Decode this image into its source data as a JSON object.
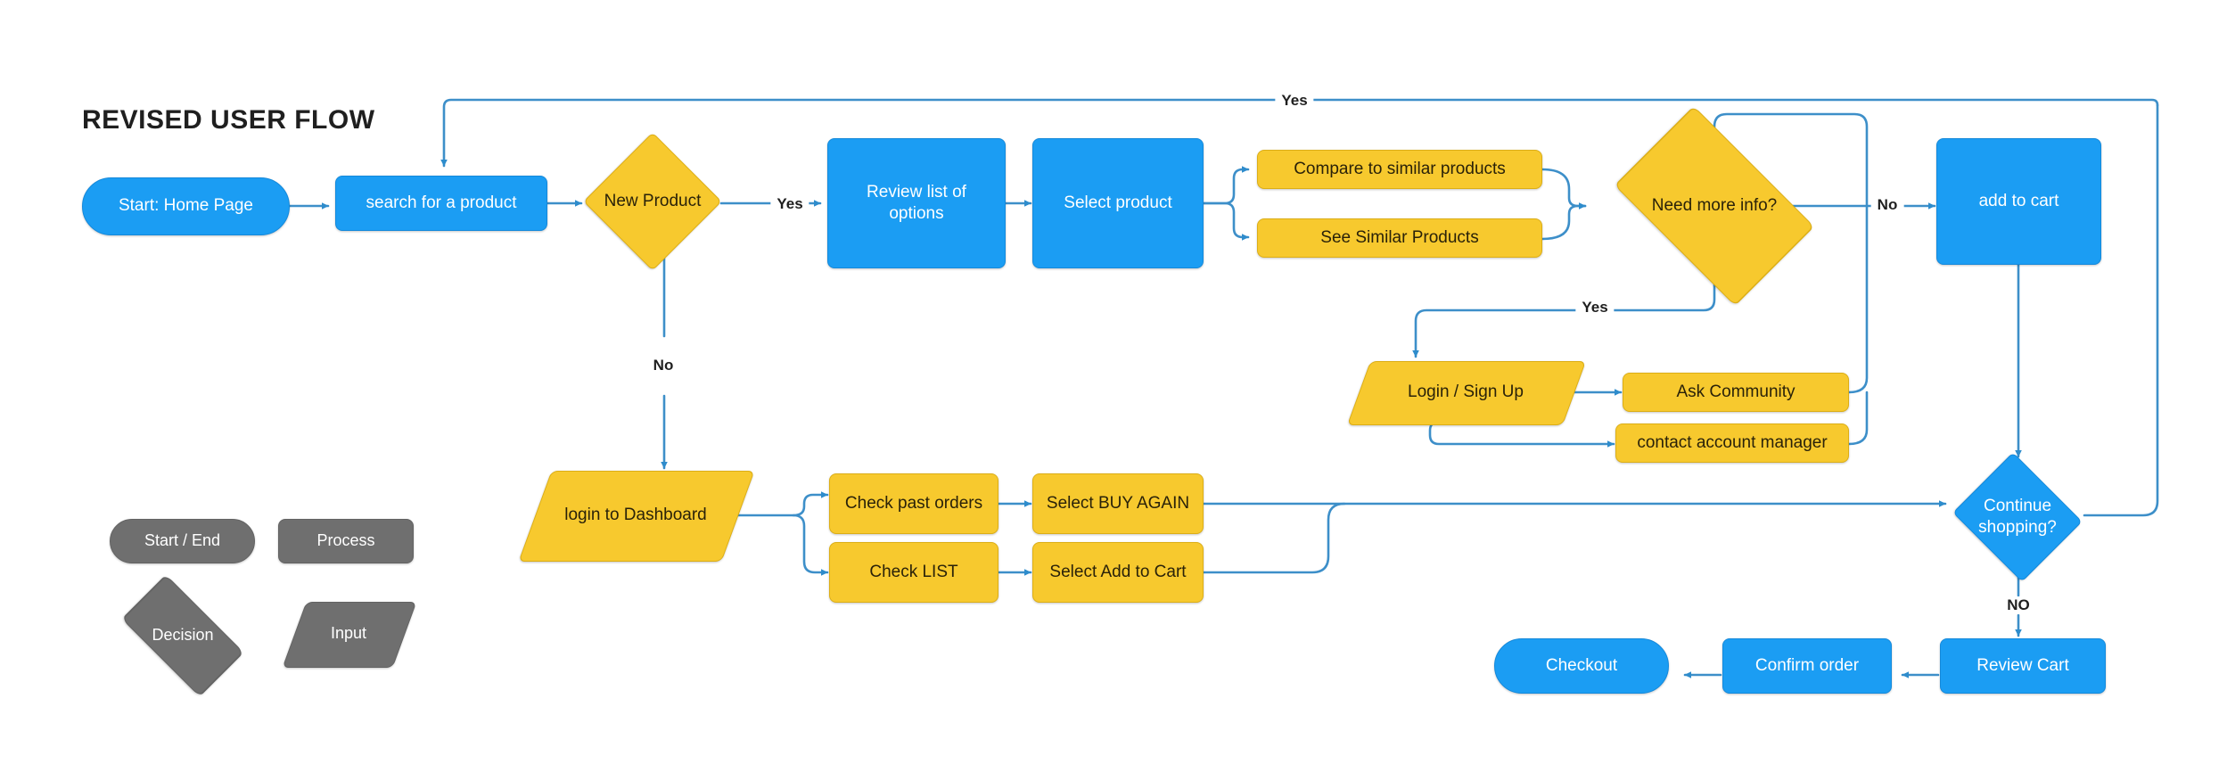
{
  "page": {
    "title": "REVISED USER FLOW",
    "background": "#ffffff"
  },
  "colors": {
    "process_blue": "#1b9df3",
    "process_yellow": "#f7c92e",
    "legend_grey": "#6f6f6f",
    "connector": "#3d8fc9",
    "text_dark": "#1f1f1f"
  },
  "chart_data": {
    "type": "diagram",
    "title": "REVISED USER FLOW",
    "nodes": [
      {
        "id": "start",
        "label": "Start: Home Page",
        "shape": "terminal",
        "color": "blue"
      },
      {
        "id": "search",
        "label": "search for a product",
        "shape": "process",
        "color": "blue"
      },
      {
        "id": "newproduct",
        "label": "New Product",
        "shape": "decision",
        "color": "yellow"
      },
      {
        "id": "reviewlist",
        "label": "Review list of options",
        "shape": "process",
        "color": "blue"
      },
      {
        "id": "selectprod",
        "label": "Select product",
        "shape": "process",
        "color": "blue"
      },
      {
        "id": "compare",
        "label": "Compare to similar products",
        "shape": "process",
        "color": "yellow"
      },
      {
        "id": "seesimilar",
        "label": "See Similar Products",
        "shape": "process",
        "color": "yellow"
      },
      {
        "id": "needinfo",
        "label": "Need more info?",
        "shape": "decision",
        "color": "yellow"
      },
      {
        "id": "addtocart",
        "label": "add to cart",
        "shape": "process",
        "color": "blue"
      },
      {
        "id": "login",
        "label": "Login / Sign Up",
        "shape": "input",
        "color": "yellow"
      },
      {
        "id": "askcomm",
        "label": "Ask Community",
        "shape": "process",
        "color": "yellow"
      },
      {
        "id": "contactmgr",
        "label": "contact account manager",
        "shape": "process",
        "color": "yellow"
      },
      {
        "id": "logindash",
        "label": "login to Dashboard",
        "shape": "input",
        "color": "yellow"
      },
      {
        "id": "pastorders",
        "label": "Check past orders",
        "shape": "process",
        "color": "yellow"
      },
      {
        "id": "buyagain",
        "label": "Select BUY AGAIN",
        "shape": "process",
        "color": "yellow"
      },
      {
        "id": "checklist",
        "label": "Check LIST",
        "shape": "process",
        "color": "yellow"
      },
      {
        "id": "selectadd",
        "label": "Select Add to Cart",
        "shape": "process",
        "color": "yellow"
      },
      {
        "id": "continueshop",
        "label": "Continue shopping?",
        "shape": "decision",
        "color": "blue"
      },
      {
        "id": "reviewcart",
        "label": "Review Cart",
        "shape": "process",
        "color": "blue"
      },
      {
        "id": "confirm",
        "label": "Confirm order",
        "shape": "process",
        "color": "blue"
      },
      {
        "id": "checkout",
        "label": "Checkout",
        "shape": "terminal",
        "color": "blue"
      }
    ],
    "edges": [
      {
        "from": "start",
        "to": "search",
        "label": ""
      },
      {
        "from": "search",
        "to": "newproduct",
        "label": ""
      },
      {
        "from": "newproduct",
        "to": "reviewlist",
        "label": "Yes"
      },
      {
        "from": "newproduct",
        "to": "logindash",
        "label": "No"
      },
      {
        "from": "reviewlist",
        "to": "selectprod",
        "label": ""
      },
      {
        "from": "selectprod",
        "to": "compare",
        "label": ""
      },
      {
        "from": "selectprod",
        "to": "seesimilar",
        "label": ""
      },
      {
        "from": "compare",
        "to": "needinfo",
        "label": ""
      },
      {
        "from": "seesimilar",
        "to": "needinfo",
        "label": ""
      },
      {
        "from": "needinfo",
        "to": "addtocart",
        "label": "No"
      },
      {
        "from": "needinfo",
        "to": "login",
        "label": "Yes"
      },
      {
        "from": "login",
        "to": "askcomm",
        "label": ""
      },
      {
        "from": "login",
        "to": "contactmgr",
        "label": ""
      },
      {
        "from": "askcomm",
        "to": "needinfo",
        "label": ""
      },
      {
        "from": "contactmgr",
        "to": "needinfo",
        "label": ""
      },
      {
        "from": "addtocart",
        "to": "continueshop",
        "label": ""
      },
      {
        "from": "continueshop",
        "to": "search",
        "label": "Yes"
      },
      {
        "from": "continueshop",
        "to": "reviewcart",
        "label": "NO"
      },
      {
        "from": "logindash",
        "to": "pastorders",
        "label": ""
      },
      {
        "from": "logindash",
        "to": "checklist",
        "label": ""
      },
      {
        "from": "pastorders",
        "to": "buyagain",
        "label": ""
      },
      {
        "from": "checklist",
        "to": "selectadd",
        "label": ""
      },
      {
        "from": "buyagain",
        "to": "continueshop",
        "label": ""
      },
      {
        "from": "selectadd",
        "to": "continueshop",
        "label": ""
      },
      {
        "from": "reviewcart",
        "to": "confirm",
        "label": ""
      },
      {
        "from": "confirm",
        "to": "checkout",
        "label": ""
      }
    ],
    "edge_labels": [
      "Yes",
      "No",
      "Yes",
      "No",
      "Yes",
      "NO"
    ]
  },
  "edge_labels": {
    "top_yes": "Yes",
    "newproduct_yes": "Yes",
    "newproduct_no": "No",
    "needinfo_no": "No",
    "needinfo_yes": "Yes",
    "continue_no": "NO"
  },
  "legend": {
    "items": [
      {
        "label": "Start / End",
        "shape": "terminal"
      },
      {
        "label": "Process",
        "shape": "process"
      },
      {
        "label": "Decision",
        "shape": "decision"
      },
      {
        "label": "Input",
        "shape": "input"
      }
    ]
  },
  "nodes": {
    "start": {
      "label": "Start: Home Page"
    },
    "search": {
      "label": "search for a product"
    },
    "newproduct": {
      "label": "New Product"
    },
    "reviewlist": {
      "label": "Review list of options"
    },
    "selectprod": {
      "label": "Select product"
    },
    "compare": {
      "label": "Compare to similar products"
    },
    "seesimilar": {
      "label": "See Similar Products"
    },
    "needinfo": {
      "label": "Need more info?"
    },
    "addtocart": {
      "label": "add to cart"
    },
    "login": {
      "label": "Login / Sign Up"
    },
    "askcomm": {
      "label": "Ask Community"
    },
    "contactmgr": {
      "label": "contact account manager"
    },
    "logindash": {
      "label": "login to Dashboard"
    },
    "pastorders": {
      "label": "Check past orders"
    },
    "buyagain": {
      "label": "Select BUY AGAIN"
    },
    "checklist": {
      "label": "Check LIST"
    },
    "selectadd": {
      "label": "Select Add to Cart"
    },
    "continueshop": {
      "label": "Continue shopping?"
    },
    "reviewcart": {
      "label": "Review Cart"
    },
    "confirm": {
      "label": "Confirm order"
    },
    "checkout": {
      "label": "Checkout"
    }
  }
}
